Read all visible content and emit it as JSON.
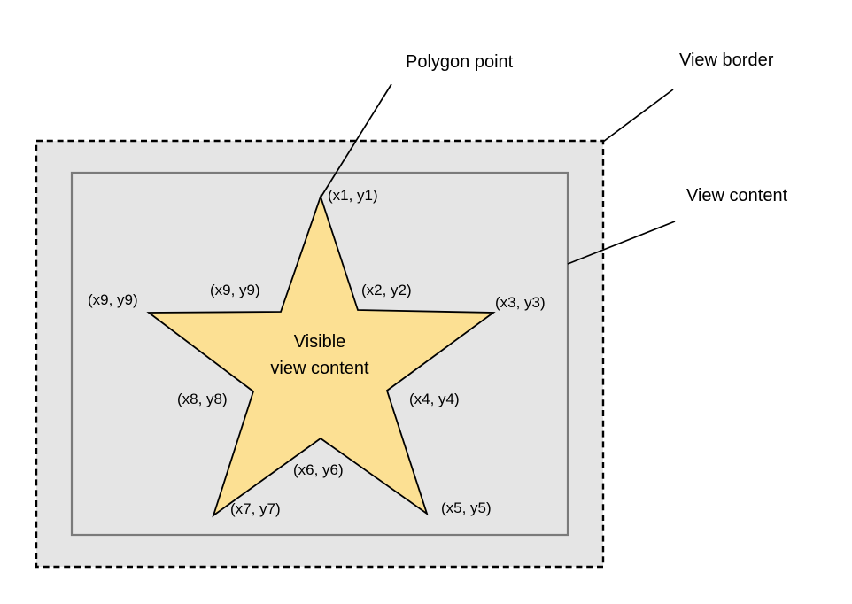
{
  "colors": {
    "background": "#FFFFFF",
    "view_fill": "#E5E5E5",
    "star_fill": "#FCE093",
    "outline": "#000000",
    "content_border": "#7A7A7A"
  },
  "callouts": {
    "polygon_point": "Polygon point",
    "view_border": "View border",
    "view_content": "View content"
  },
  "star": {
    "center_label_line1": "Visible",
    "center_label_line2": "view content",
    "vertex_labels": {
      "v1": "(x1, y1)",
      "v2": "(x2, y2)",
      "v3": "(x3, y3)",
      "v4": "(x4, y4)",
      "v5": "(x5, y5)",
      "v6": "(x6, y6)",
      "v7": "(x7, y7)",
      "v8": "(x8, y8)",
      "v9_outer": "(x9, y9)",
      "v9_inner": "(x9, y9)"
    }
  }
}
